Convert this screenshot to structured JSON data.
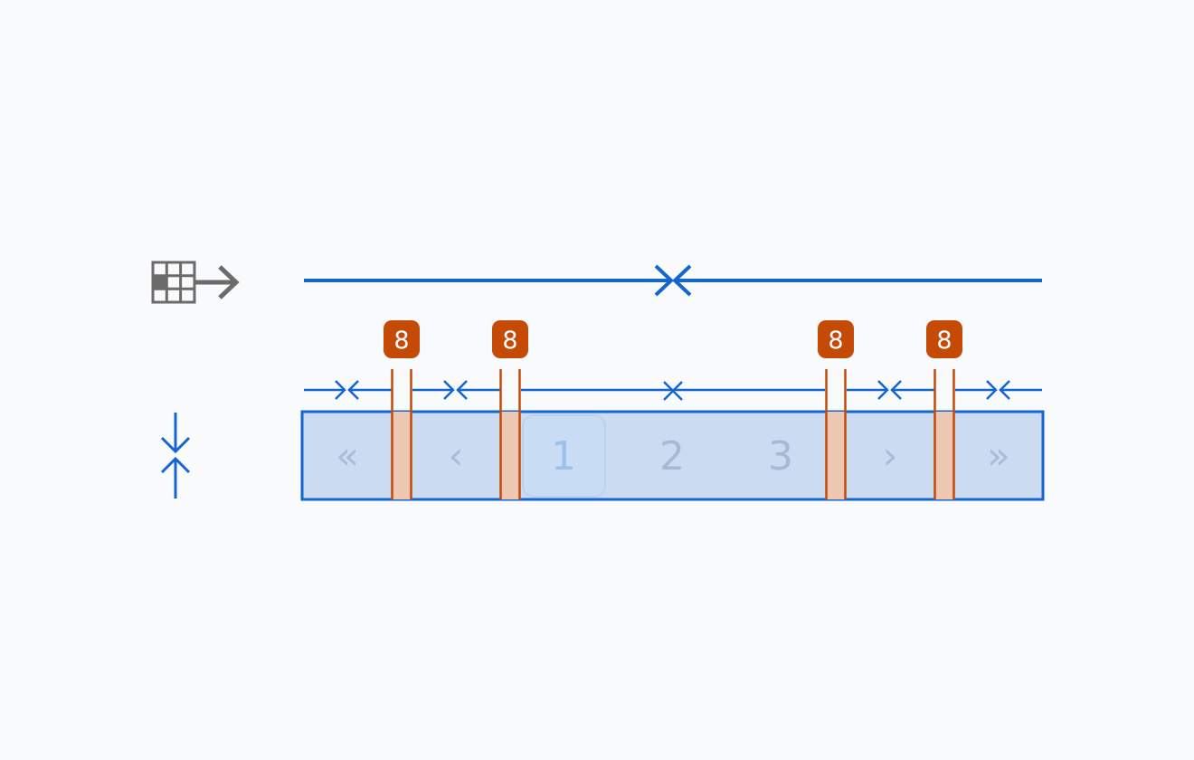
{
  "colors": {
    "background": "#f8fafc",
    "measure": "#1565d0",
    "gap": "#c44a06",
    "gap_fill": "#ecc8b2",
    "frame_fill": "#cbdcf2",
    "selected_fill": "#c8dcf4",
    "page_text": "#a7b9d3",
    "nav_text": "#a9bcd6",
    "selected_text": "#9dc0ee",
    "icon_gray": "#6b6b6b"
  },
  "icons": {
    "layout": "grid-arrow-right-icon",
    "vertical_fit": "arrows-converge-vertical-icon"
  },
  "gap_badges": [
    {
      "label": "8"
    },
    {
      "label": "8"
    },
    {
      "label": "8"
    },
    {
      "label": "8"
    }
  ],
  "pagination": {
    "items": [
      {
        "label": "«",
        "kind": "first",
        "state": "disabled"
      },
      {
        "label": "‹",
        "kind": "prev",
        "state": "disabled"
      },
      {
        "label": "1",
        "kind": "page",
        "state": "selected"
      },
      {
        "label": "2",
        "kind": "page",
        "state": "normal"
      },
      {
        "label": "3",
        "kind": "page",
        "state": "normal"
      },
      {
        "label": "›",
        "kind": "next",
        "state": "normal"
      },
      {
        "label": "»",
        "kind": "last",
        "state": "normal"
      }
    ]
  }
}
